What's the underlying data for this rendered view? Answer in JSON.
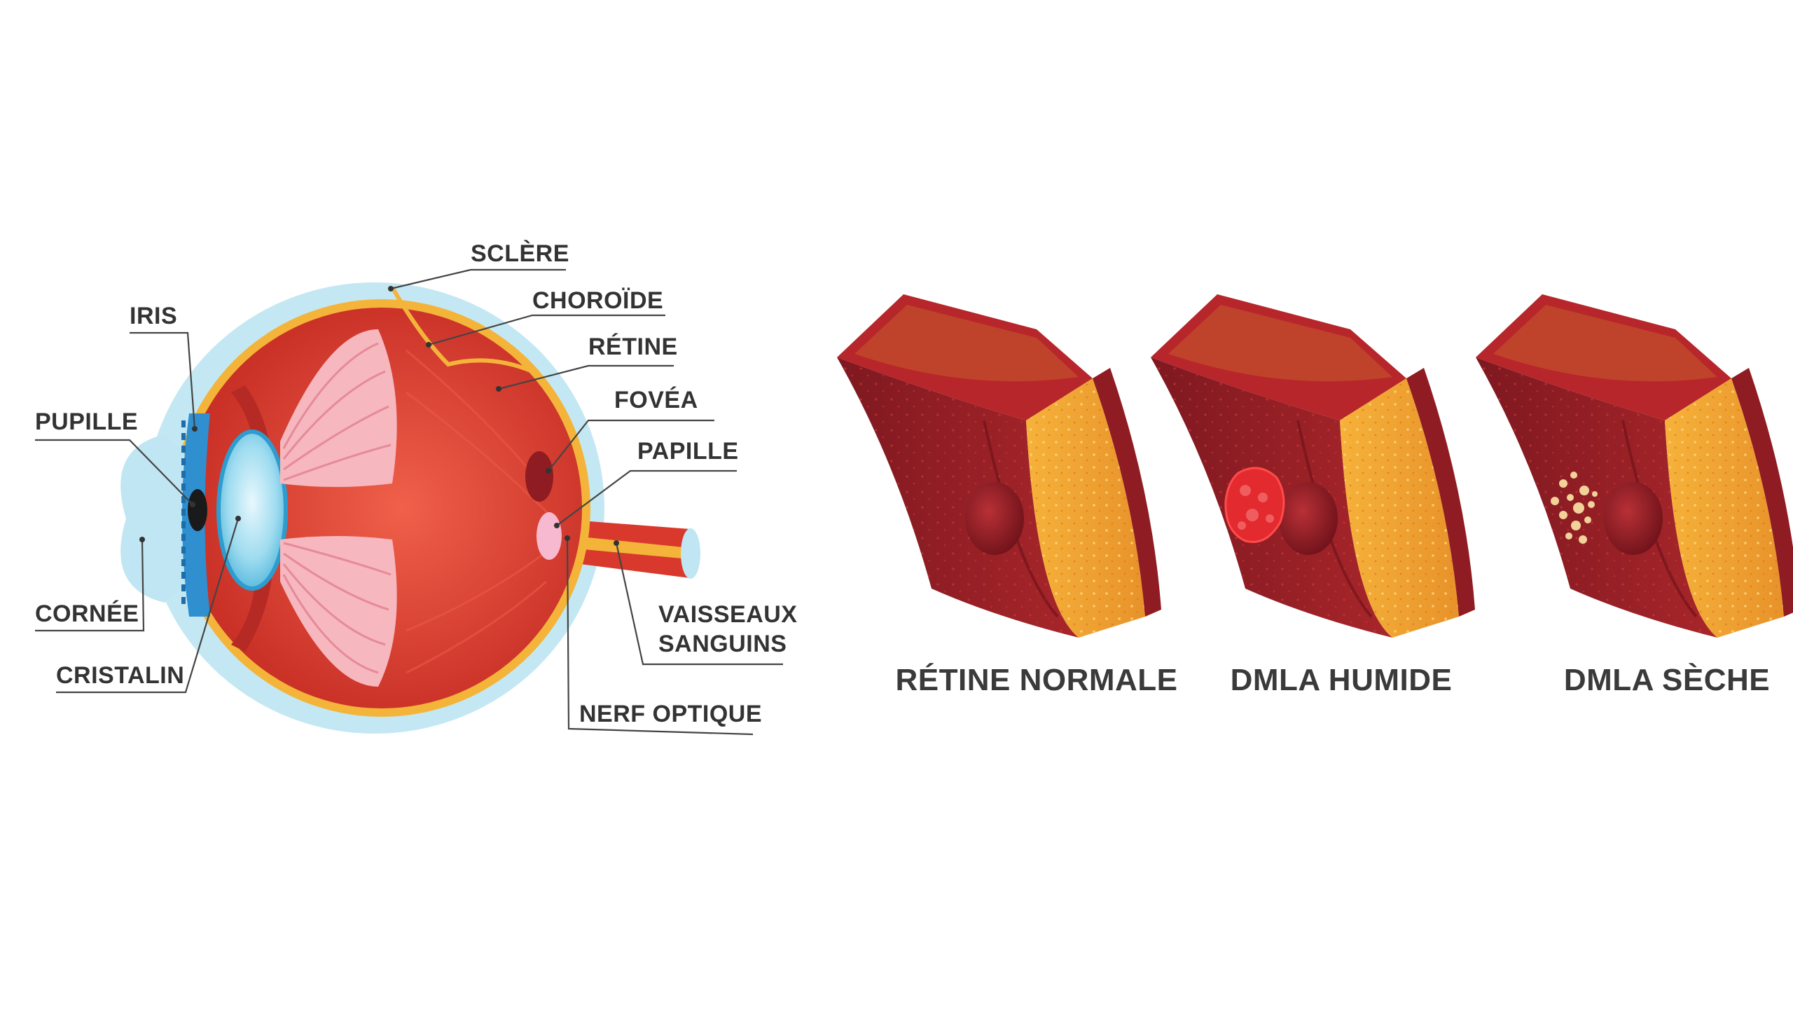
{
  "eye_labels": {
    "sclere": "SCLÈRE",
    "choroide": "CHOROÏDE",
    "retine": "RÉTINE",
    "fovea": "FOVÉA",
    "papille": "PAPILLE",
    "vaisseaux_line1": "VAISSEAUX",
    "vaisseaux_line2": "SANGUINS",
    "nerf_optique": "NERF OPTIQUE",
    "iris": "IRIS",
    "pupille": "PUPILLE",
    "cornee": "CORNÉE",
    "cristalin": "CRISTALIN"
  },
  "retina_panels": [
    {
      "caption": "RÉTINE NORMALE",
      "lesion": "none"
    },
    {
      "caption": "DMLA HUMIDE",
      "lesion": "wet"
    },
    {
      "caption": "DMLA SÈCHE",
      "lesion": "dry"
    }
  ],
  "colors": {
    "sclera_blue": "#bfe6f2",
    "eye_red": "#d8392c",
    "choroid_yellow": "#f4b43a",
    "lens_blue": "#7fd0ec",
    "iris_blue": "#2f8fcf",
    "tissue_dark": "#8e1c22",
    "tissue_fat": "#f3a635"
  }
}
